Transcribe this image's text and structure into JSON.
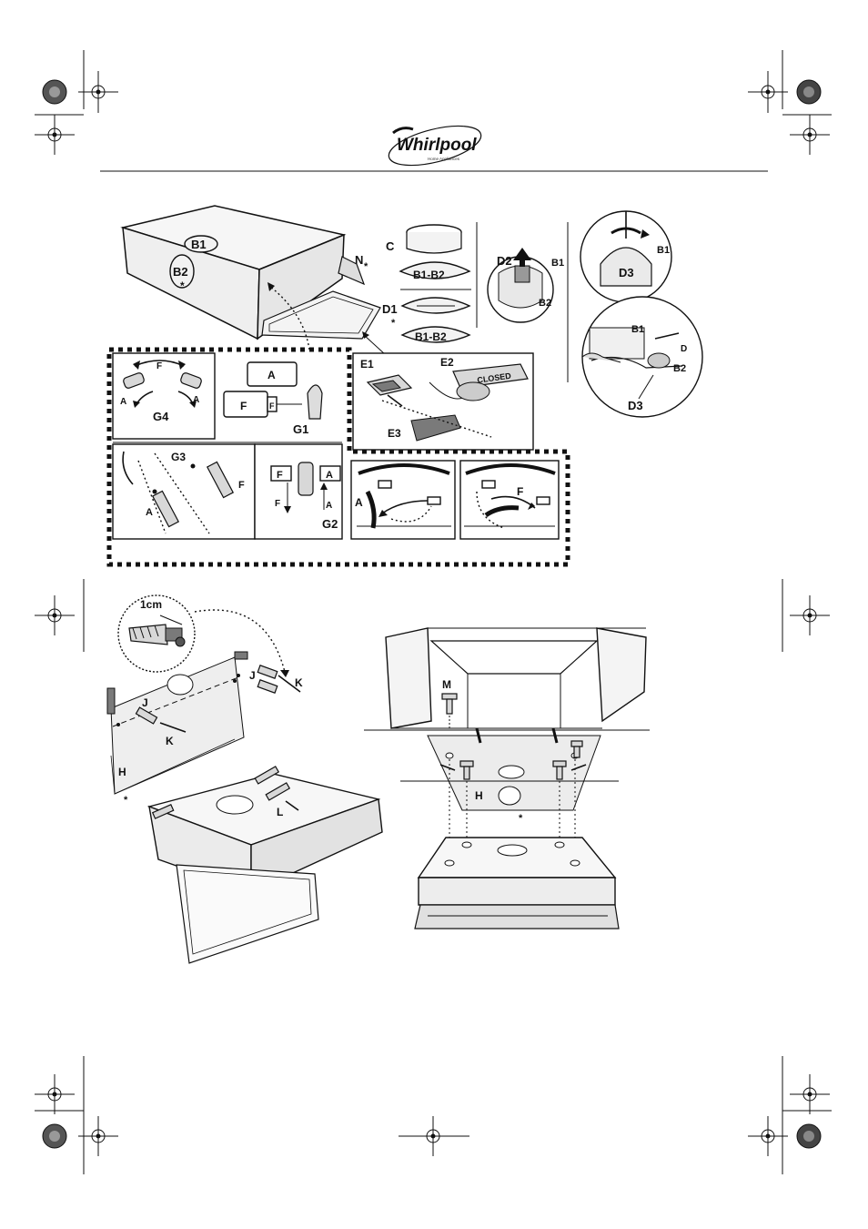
{
  "brand": {
    "logo_text": "Whirlpool",
    "logo_tagline": "Home Appliances"
  },
  "figure1": {
    "labels": {
      "b1": "B1",
      "b2": "B2",
      "star": "*",
      "n": "N",
      "c": "C",
      "b1b2_top": "B1-B2",
      "d1": "D1",
      "b1b2_bottom": "B1-B2",
      "d2": "D2",
      "d2_b1": "B1",
      "d2_b2": "B2",
      "d3_top": "D3",
      "d3_top_b1": "B1",
      "d3_b1": "B1",
      "d3_b2": "B2",
      "d3_bottom": "D3",
      "d_small": "D"
    }
  },
  "figure2": {
    "labels": {
      "f": "F",
      "a_left": "A",
      "a_right": "A",
      "g4": "G4",
      "box_a": "A",
      "box_f": "F",
      "knob_f": "F",
      "g1": "G1",
      "e1": "E1",
      "e2": "E2",
      "e3": "E3",
      "closed": "CLOSED",
      "g3": "G3",
      "g3_f": "F",
      "g3_a": "A",
      "g2_f_box": "F",
      "g2_a_box": "A",
      "g2_f": "F",
      "g2_a": "A",
      "g2": "G2",
      "screen_a": "A",
      "screen_f": "F"
    }
  },
  "figure3": {
    "labels": {
      "cm": "1cm",
      "j_right": "J",
      "k_right": "K",
      "j_left": "J",
      "k_left": "K",
      "h": "H",
      "star": "*",
      "l": "L"
    }
  },
  "figure4": {
    "labels": {
      "m": "M",
      "h": "H",
      "star": "*"
    }
  }
}
